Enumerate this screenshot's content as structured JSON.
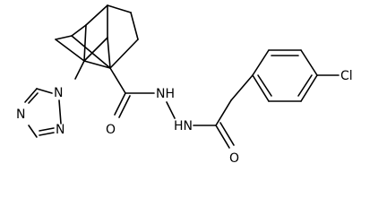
{
  "molecule": {
    "atom_labels": {
      "n_triazole_1": "N",
      "n_triazole_2": "N",
      "n_triazole_3": "N",
      "o_amide_1": "O",
      "nh_1": "NH",
      "hn_2": "HN",
      "o_amide_2": "O",
      "cl": "Cl"
    }
  }
}
